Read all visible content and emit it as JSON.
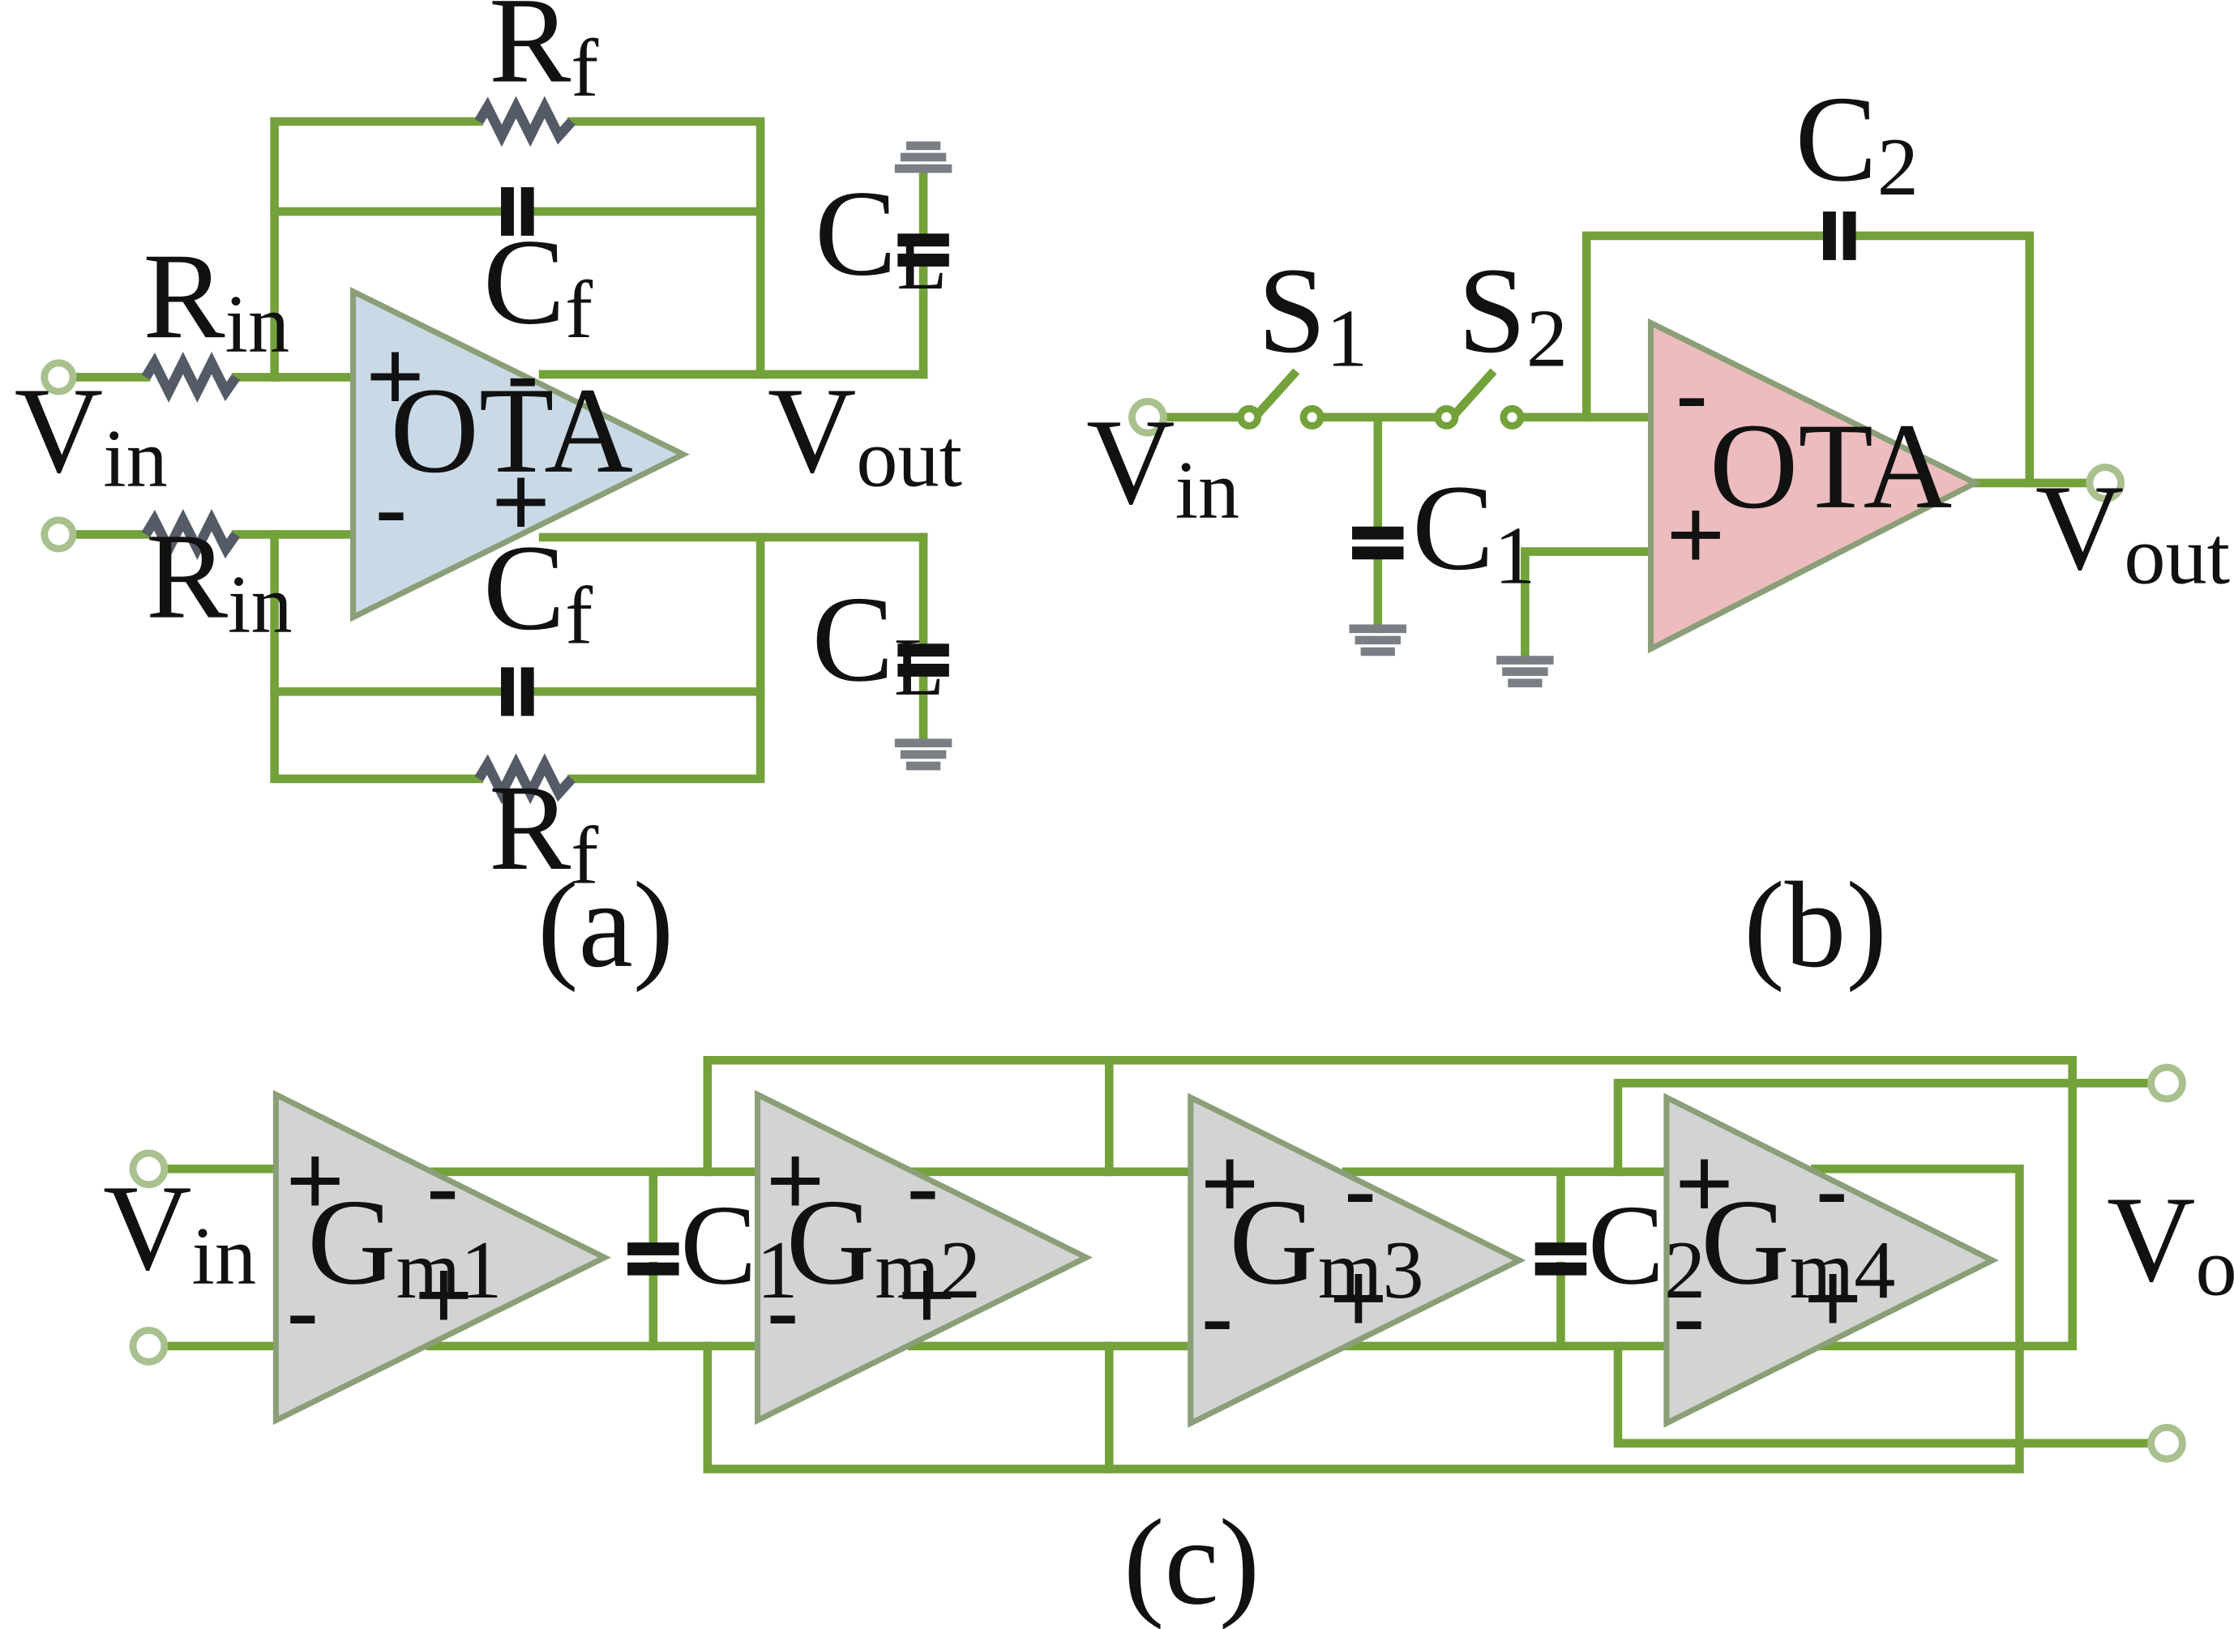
{
  "panel_a": {
    "caption": "(a)",
    "ota_label": "OTA",
    "vin": {
      "main": "V",
      "sub": "in"
    },
    "vout": {
      "main": "V",
      "sub": "out"
    },
    "rin_top": {
      "main": "R",
      "sub": "in"
    },
    "rin_bottom": {
      "main": "R",
      "sub": "in"
    },
    "rf_top": {
      "main": "R",
      "sub": "f"
    },
    "rf_bottom": {
      "main": "R",
      "sub": "f"
    },
    "cf_top": {
      "main": "C",
      "sub": "f"
    },
    "cf_bottom": {
      "main": "C",
      "sub": "f"
    },
    "cl_top": {
      "main": "C",
      "sub": "L"
    },
    "cl_bottom": {
      "main": "C",
      "sub": "L"
    },
    "signs": {
      "top_left": "+",
      "top_right": "-",
      "bottom_left": "-",
      "bottom_right": "+"
    },
    "ota_color": "#c9d9e6"
  },
  "panel_b": {
    "caption": "(b)",
    "ota_label": "OTA",
    "vin": {
      "main": "V",
      "sub": "in"
    },
    "vout": {
      "main": "V",
      "sub": "out"
    },
    "s1": {
      "main": "S",
      "sub": "1"
    },
    "s2": {
      "main": "S",
      "sub": "2"
    },
    "c1": {
      "main": "C",
      "sub": "1"
    },
    "c2": {
      "main": "C",
      "sub": "2"
    },
    "signs": {
      "inverting": "-",
      "noninverting": "+"
    },
    "ota_color": "#ecbcbe"
  },
  "panel_c": {
    "caption": "(c)",
    "vin": {
      "main": "V",
      "sub": "in"
    },
    "vout": {
      "main": "V",
      "sub": "out"
    },
    "c1": {
      "main": "C",
      "sub": "1"
    },
    "c2": {
      "main": "C",
      "sub": "2"
    },
    "blocks": [
      {
        "main": "G",
        "sub": "m1"
      },
      {
        "main": "G",
        "sub": "m2"
      },
      {
        "main": "G",
        "sub": "m3"
      },
      {
        "main": "G",
        "sub": "m4"
      }
    ],
    "signs": {
      "in_plus": "+",
      "in_minus": "-",
      "out_minus": "-",
      "out_plus": "+"
    },
    "block_color": "#d3d3d3"
  },
  "colors": {
    "wire": "#73a13a",
    "terminal": "#a9c08f",
    "resistor": "#555b66"
  }
}
